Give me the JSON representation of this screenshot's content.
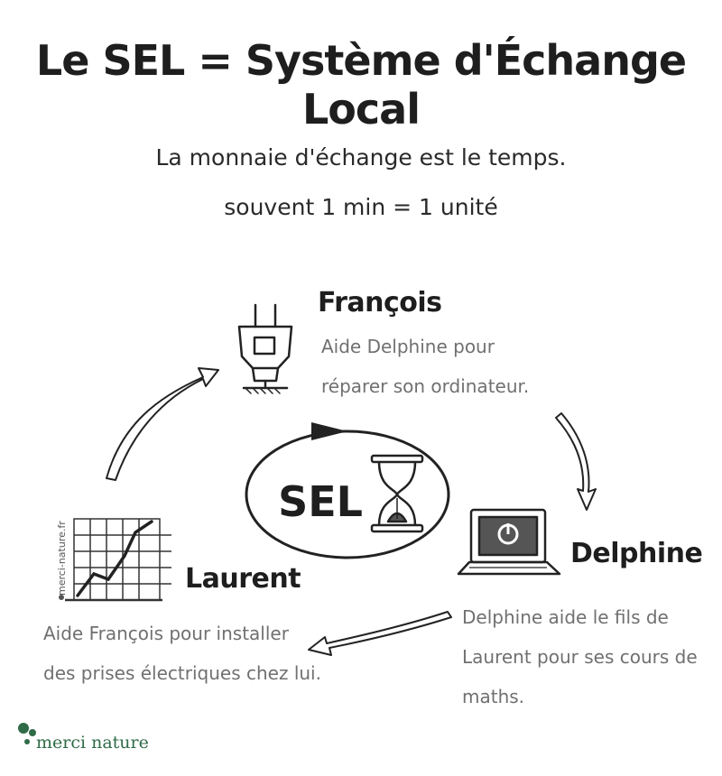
{
  "title": "Le SEL = Système d'Échange Local",
  "subtitle": {
    "line1": "La monnaie d'échange est le temps.",
    "line2": "souvent 1 min = 1 unité"
  },
  "center": {
    "label": "SEL",
    "icon": "hourglass-icon"
  },
  "people": [
    {
      "name": "François",
      "icon": "plug-icon",
      "desc_lines": [
        "Aide Delphine pour",
        "réparer son ordinateur."
      ]
    },
    {
      "name": "Delphine",
      "icon": "laptop-icon",
      "desc_lines": [
        "Delphine aide le fils de",
        "Laurent pour ses cours de",
        "maths."
      ]
    },
    {
      "name": "Laurent",
      "icon": "chart-icon",
      "desc_lines": [
        "Aide François pour installer",
        "des prises électriques chez lui."
      ]
    }
  ],
  "watermark": "merci-nature.fr",
  "brand": {
    "name": "merci nature",
    "color": "#2f6b47"
  },
  "colors": {
    "ink": "#222222",
    "desc": "#707070"
  }
}
